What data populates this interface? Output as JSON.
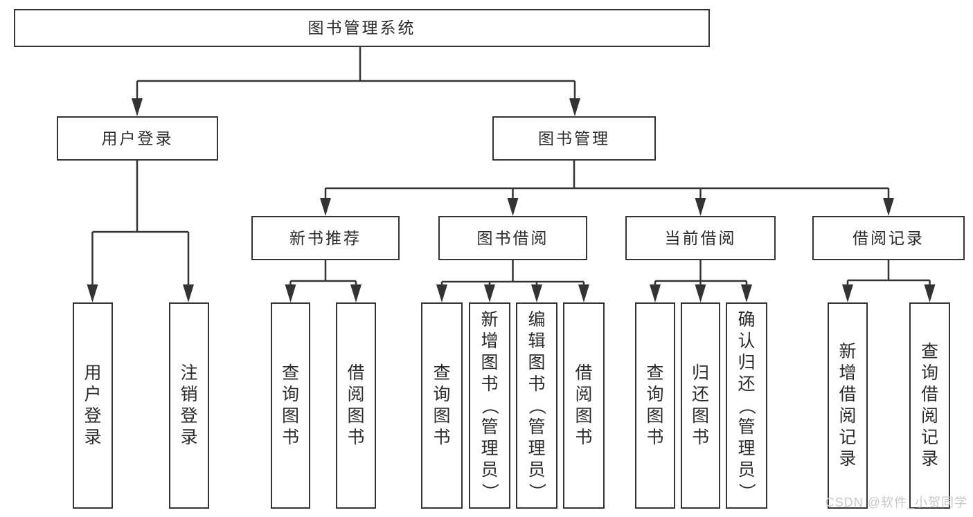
{
  "colors": {
    "line": "#333333",
    "box_border": "#333333",
    "box_fill": "#ffffff",
    "text": "#2b2b2b",
    "watermark_color": "#c8c8c8",
    "background": "#ffffff"
  },
  "watermark": {
    "text": "CSDN @软件_小贺同学"
  },
  "tree": {
    "label": "图书管理系统",
    "children": [
      {
        "label": "用户登录",
        "children": [
          {
            "label": "用户登录"
          },
          {
            "label": "注销登录"
          }
        ]
      },
      {
        "label": "图书管理",
        "children": [
          {
            "label": "新书推荐",
            "children": [
              {
                "label": "查询图书"
              },
              {
                "label": "借阅图书"
              }
            ]
          },
          {
            "label": "图书借阅",
            "children": [
              {
                "label": "查询图书"
              },
              {
                "label": "新增图书（管理员）"
              },
              {
                "label": "编辑图书（管理员）"
              },
              {
                "label": "借阅图书"
              }
            ]
          },
          {
            "label": "当前借阅",
            "children": [
              {
                "label": "查询图书"
              },
              {
                "label": "归还图书"
              },
              {
                "label": "确认归还（管理员）"
              }
            ]
          },
          {
            "label": "借阅记录",
            "children": [
              {
                "label": "新增借阅记录"
              },
              {
                "label": "查询借阅记录"
              }
            ]
          }
        ]
      }
    ]
  }
}
